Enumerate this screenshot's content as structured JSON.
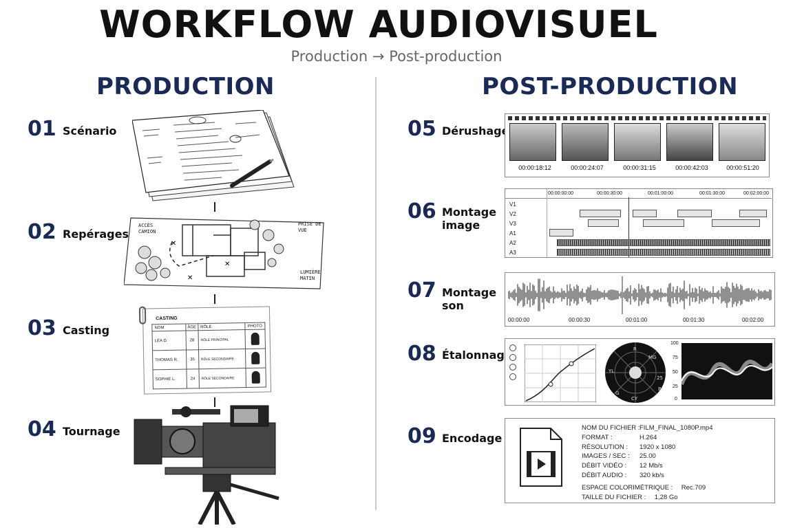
{
  "header": {
    "title": "WORKFLOW AUDIOVISUEL",
    "subtitle": "Production → Post-production"
  },
  "production": {
    "heading": "PRODUCTION",
    "steps": [
      {
        "num": "01",
        "label": "Scénario"
      },
      {
        "num": "02",
        "label": "Repérages"
      },
      {
        "num": "03",
        "label": "Casting"
      },
      {
        "num": "04",
        "label": "Tournage"
      }
    ],
    "map_labels": {
      "access": "ACCÈS CAMION",
      "view": "PRISE DE VUE",
      "light": "LUMIÈRE MATIN"
    },
    "casting": {
      "title": "CASTING",
      "columns": [
        "NOM",
        "ÂGE",
        "RÔLE",
        "PHOTO"
      ],
      "rows": [
        {
          "name": "LÉA D.",
          "age": "28",
          "role": "RÔLE PRINCIPAL"
        },
        {
          "name": "THOMAS R.",
          "age": "35",
          "role": "RÔLE SECONDAIRE"
        },
        {
          "name": "SOPHIE L.",
          "age": "24",
          "role": "RÔLE SECONDAIRE"
        }
      ]
    }
  },
  "postproduction": {
    "heading": "POST-PRODUCTION",
    "steps": [
      {
        "num": "05",
        "label": "Dérushage"
      },
      {
        "num": "06",
        "label_line1": "Montage",
        "label_line2": "image"
      },
      {
        "num": "07",
        "label_line1": "Montage",
        "label_line2": "son"
      },
      {
        "num": "08",
        "label": "Étalonnage"
      },
      {
        "num": "09",
        "label": "Encodage"
      }
    ],
    "derushage_timecodes": [
      "00:00:18:12",
      "00:00:24:07",
      "00:00:31:15",
      "00:00:42:03",
      "00:00:51:20"
    ],
    "montage_ruler": [
      "00:00:00:00",
      "00:00:30:00",
      "00:01:00:00",
      "00:01:30:00",
      "00:02:00:00"
    ],
    "tracks": [
      "V1",
      "V2",
      "V3",
      "A1",
      "A2",
      "A3"
    ],
    "son_ruler": [
      "00:00:00",
      "00:00:30",
      "00:01:00",
      "00:01:30",
      "00:02:00"
    ],
    "vectorscope_labels": [
      "R",
      "MG",
      "YL",
      "B",
      "G",
      "CY"
    ],
    "vectorscope_scale": "25",
    "waveform_scale": [
      "100",
      "75",
      "50",
      "25",
      "0"
    ],
    "encodage": [
      {
        "key": "NOM DU FICHIER :",
        "value": "FILM_FINAL_1080P.mp4"
      },
      {
        "key": "FORMAT :",
        "value": "H.264"
      },
      {
        "key": "RÉSOLUTION :",
        "value": "1920 x 1080"
      },
      {
        "key": "IMAGES / SEC :",
        "value": "25.00"
      },
      {
        "key": "DÉBIT VIDÉO :",
        "value": "12 Mb/s"
      },
      {
        "key": "DÉBIT AUDIO :",
        "value": "320 kb/s"
      },
      {
        "key": "ESPACE COLORIMÉTRIQUE :",
        "value": "Rec.709"
      },
      {
        "key": "TAILLE DU FICHIER :",
        "value": "1,28 Go"
      }
    ]
  }
}
